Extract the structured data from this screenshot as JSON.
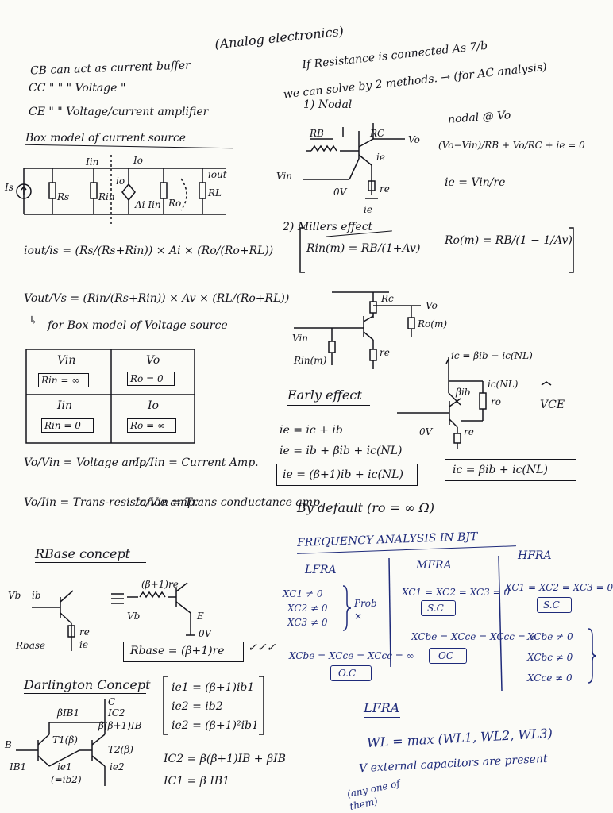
{
  "title": "(Analog electronics)",
  "topleft": {
    "cb": "CB can act as current buffer",
    "cc": "CC  \"   \"  \" Voltage \"",
    "ce": "CE   \"   \" Voltage/current amplifier",
    "box_model_heading": "Box model of current source",
    "labels": [
      "Is",
      "Rs",
      "Rin",
      "io",
      "Ai Iin",
      "Ro",
      "iout",
      "RL",
      "Iin",
      "Io"
    ],
    "eq1": "iout/is = (Rs/(Rs+Rin)) × Ai × (Ro/(Ro+RL))",
    "eq2": "Vout/Vs = (Rin/(Rs+Rin)) × Av × (RL/(Ro+RL))",
    "note": "for Box model of Voltage source"
  },
  "table": {
    "cells": [
      {
        "head": "Vin",
        "val": "Rin = ∞"
      },
      {
        "head": "Vo",
        "val": "Ro = 0"
      },
      {
        "head": "Iin",
        "val": "Rin = 0"
      },
      {
        "head": "Io",
        "val": "Ro = ∞"
      }
    ]
  },
  "ratios": {
    "r1": "Vo/Vin = Voltage amp",
    "r2": "Io/Iin = Current Amp.",
    "r3": "Vo/Iin = Trans-resistance amp.",
    "r4": "Io/Vin = Trans conductance amp."
  },
  "rbase": {
    "heading": "RBase concept",
    "labels": [
      "Vb",
      "ib",
      "Rbase",
      "re",
      "ie",
      "(β+1)re",
      "Vb",
      "E",
      "0V"
    ],
    "eq": "Rbase = (β+1)re"
  },
  "darlington": {
    "heading": "Darlington Concept",
    "labels": [
      "βIB1",
      "C",
      "IC2",
      "β(β+1)IB",
      "T1(β)",
      "T2(β)",
      "B",
      "IB1",
      "ie1",
      "(=ib2)",
      "ie2"
    ],
    "eqs": [
      "ie1 = (β+1)ib1",
      "ie2 = ib2",
      "ie2 = (β+1)²ib1"
    ],
    "ic_eqs": [
      "IC2 = β(β+1)IB + βIB",
      "IC1 = β IB1"
    ]
  },
  "right": {
    "note1": "If Resistance is connected As 7/b",
    "note2": "we can solve by 2 methods. → (for AC analysis)",
    "nodal": "1) Nodal",
    "nodal_vo": "nodal @ Vo",
    "nodal_eq": "(Vo−Vin)/RB + Vo/RC + ie = 0",
    "ie_eq": "ie = Vin/re",
    "circuit1_labels": [
      "RB",
      "RC",
      "Vo",
      "ie",
      "Vin",
      "0V",
      "re",
      "ie"
    ],
    "miller": "2) Millers effect",
    "miller_rin": "Rin(m) = RB/(1+Av)",
    "miller_ro": "Ro(m) = RB/(1 − 1/Av)",
    "circuit2_labels": [
      "Rc",
      "Vo",
      "Ro(m)",
      "Vin",
      "Rin(m)",
      "re"
    ],
    "early": "Early effect",
    "early_labels": [
      "ic = βib + ic(NL)",
      "ic(NL)",
      "βib",
      "ro",
      "VCE",
      "0V",
      "re"
    ],
    "eq_ie1": "ie = ic + ib",
    "eq_ie2": "ie = ib + βib + ic(NL)",
    "eq_ie3": "ie = (β+1)ib + ic(NL)",
    "eq_ic": "ic = βib + ic(NL)",
    "default": "By default (ro = ∞ Ω)"
  },
  "freq": {
    "heading": "FREQUENCY ANALYSIS IN BJT",
    "cols": [
      "LFRA",
      "MFRA",
      "HFRA"
    ],
    "lfra_lines": [
      "XC1 ≠ 0",
      "XC2 ≠ 0",
      "XC3 ≠ 0"
    ],
    "lfra_prob": "Prob ×",
    "lfra_bottom": "XCbe = XCce = XCcc = ∞",
    "lfra_box": "O.C",
    "mfra_top": "XC1 = XC2 = XC3 = 0",
    "mfra_sc": "S.C",
    "mfra_bottom": "XCbe = XCce = XCcc = ∞",
    "mfra_oc": "OC",
    "hfra_top": "XC1 = XC2 = XC3 = 0",
    "hfra_sc": "S.C",
    "hfra_lines": [
      "XCbe ≠ 0",
      "XCbc ≠ 0",
      "XCce ≠ 0"
    ],
    "lfra2_heading": "LFRA",
    "wl": "WL = max (WL1, WL2, WL3)",
    "ext": "V external capacitors are present",
    "anyone": "(any one of them)"
  }
}
